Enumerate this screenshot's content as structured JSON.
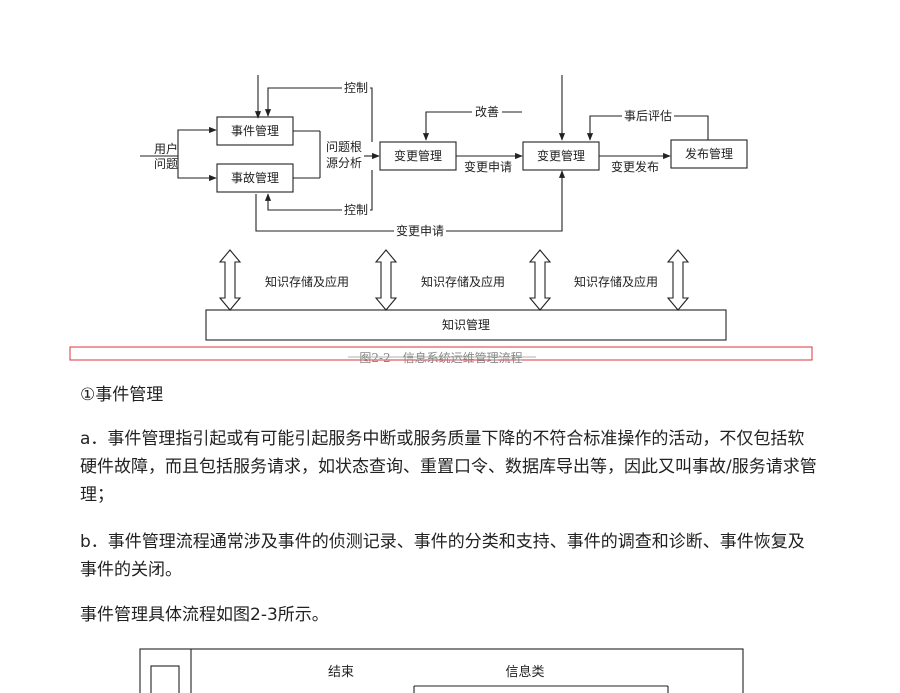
{
  "figure_2_2": {
    "control_top": "控制",
    "improve": "改善",
    "post_eval": "事后评估",
    "user_l1": "用户",
    "user_l2": "问题",
    "event_mgmt": "事件管理",
    "incident_mgmt": "事故管理",
    "root_l1": "问题根",
    "root_l2": "源分析",
    "change_mgmt_1": "变更管理",
    "change_req_1": "变更申请",
    "change_mgmt_2": "变更管理",
    "change_release": "变更发布",
    "release_mgmt": "发布管理",
    "control_bottom": "控制",
    "change_req_2": "变更申请",
    "ks_1": "知识存储及应用",
    "ks_2": "知识存储及应用",
    "ks_3": "知识存储及应用",
    "knowledge_mgmt": "知识管理",
    "caption": "图2-2　信息系统运维管理流程"
  },
  "content": {
    "heading": "①事件管理",
    "para_a": "a．事件管理指引起或有可能引起服务中断或服务质量下降的不符合标准操作的活动，不仅包括软硬件故障，而且包括服务请求，如状态查询、重置口令、数据库导出等，因此又叫事故/服务请求管理；",
    "para_b": "b．事件管理流程通常涉及事件的侦测记录、事件的分类和支持、事件的调查和诊断、事件恢复及事件的关闭。",
    "para_c": "事件管理具体流程如图2-3所示。"
  },
  "figure_2_3": {
    "end_label": "结束",
    "info_label": "信息类"
  },
  "colors": {
    "selection_box": "#d9363e",
    "line": "#222222",
    "caption_text": "#888888"
  }
}
